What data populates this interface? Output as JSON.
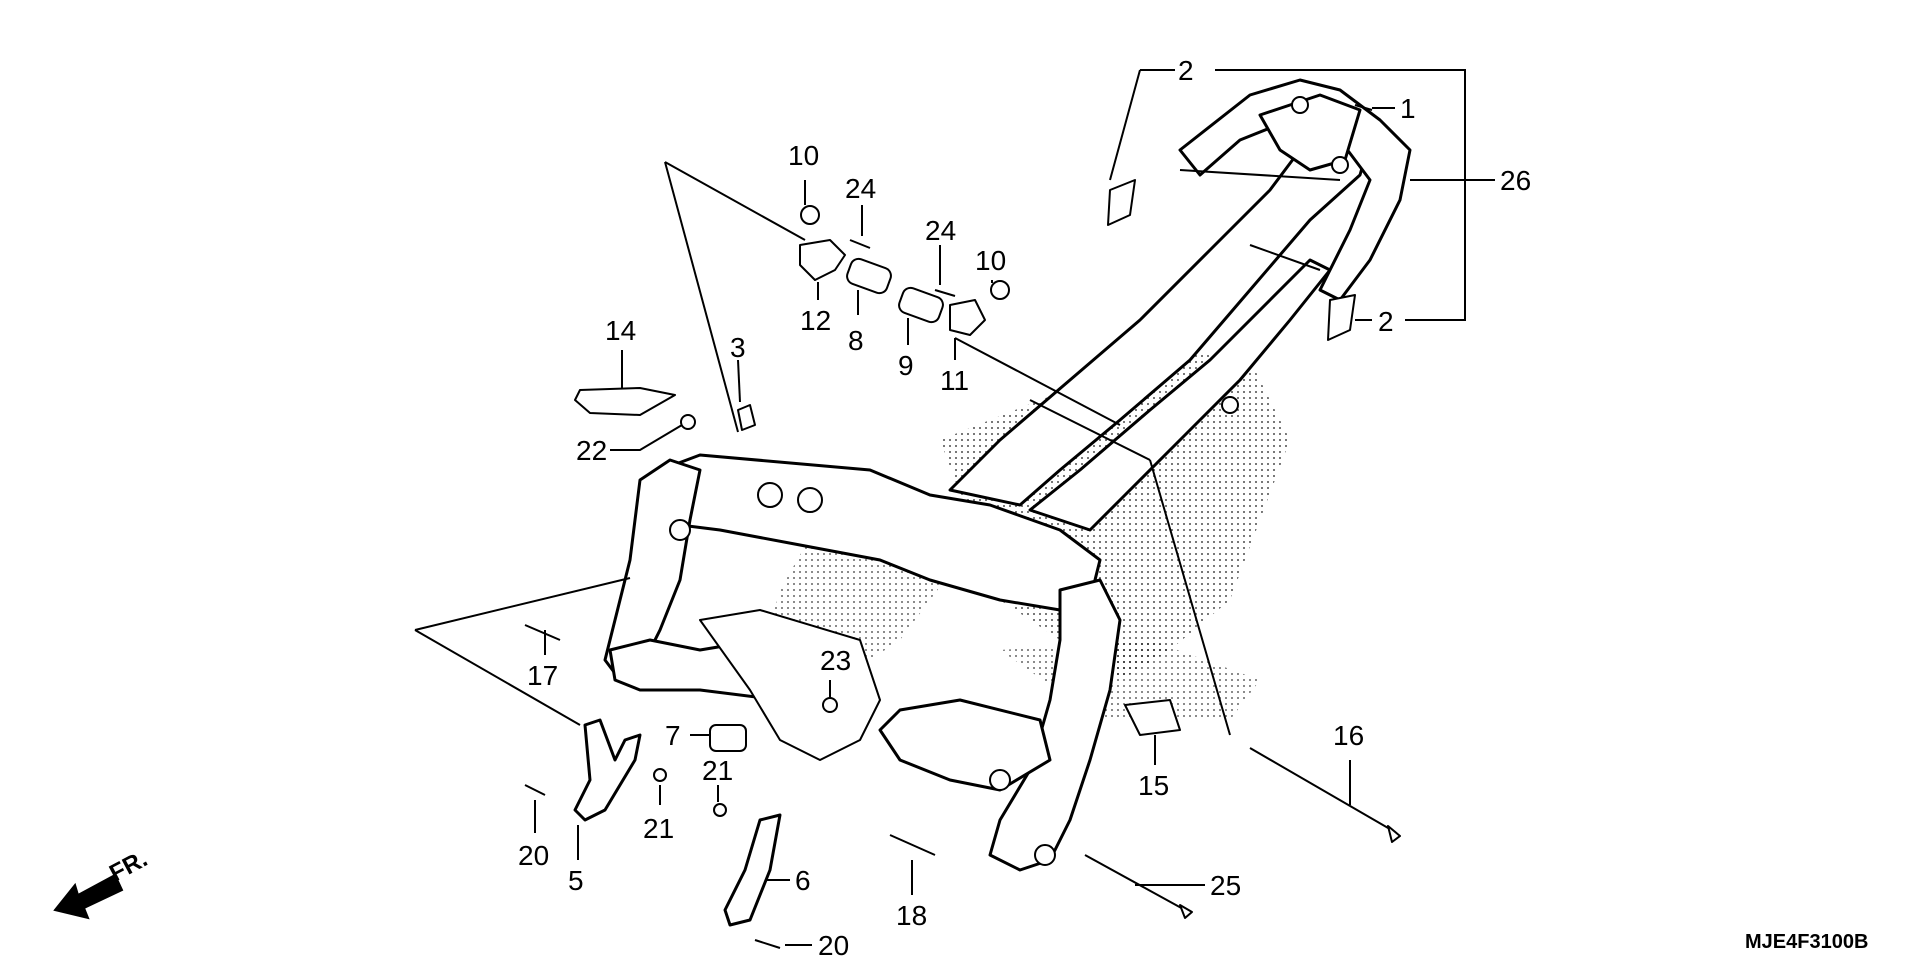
{
  "diagram": {
    "code": "MJE4F3100B",
    "direction_label": "FR.",
    "callouts": [
      {
        "id": "c1",
        "label": "1"
      },
      {
        "id": "c2a",
        "label": "2"
      },
      {
        "id": "c2b",
        "label": "2"
      },
      {
        "id": "c3",
        "label": "3"
      },
      {
        "id": "c5",
        "label": "5"
      },
      {
        "id": "c6",
        "label": "6"
      },
      {
        "id": "c7",
        "label": "7"
      },
      {
        "id": "c8",
        "label": "8"
      },
      {
        "id": "c9",
        "label": "9"
      },
      {
        "id": "c10a",
        "label": "10"
      },
      {
        "id": "c10b",
        "label": "10"
      },
      {
        "id": "c11",
        "label": "11"
      },
      {
        "id": "c12",
        "label": "12"
      },
      {
        "id": "c14",
        "label": "14"
      },
      {
        "id": "c15",
        "label": "15"
      },
      {
        "id": "c16",
        "label": "16"
      },
      {
        "id": "c17",
        "label": "17"
      },
      {
        "id": "c18",
        "label": "18"
      },
      {
        "id": "c20a",
        "label": "20"
      },
      {
        "id": "c20b",
        "label": "20"
      },
      {
        "id": "c21a",
        "label": "21"
      },
      {
        "id": "c21b",
        "label": "21"
      },
      {
        "id": "c22",
        "label": "22"
      },
      {
        "id": "c23",
        "label": "23"
      },
      {
        "id": "c24a",
        "label": "24"
      },
      {
        "id": "c24b",
        "label": "24"
      },
      {
        "id": "c25",
        "label": "25"
      },
      {
        "id": "c26",
        "label": "26"
      }
    ]
  }
}
